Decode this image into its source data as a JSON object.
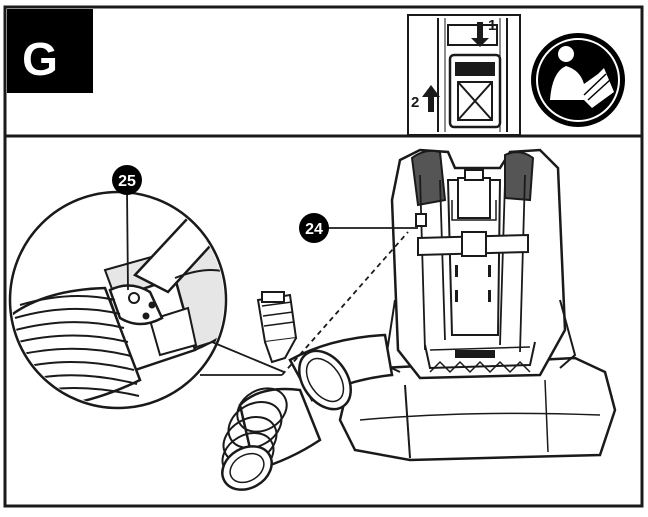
{
  "header": {
    "step_letter": "G",
    "inset_step_1": "1",
    "inset_step_2": "2",
    "manual_icon": "read-manual-icon"
  },
  "callouts": [
    {
      "id": "25"
    },
    {
      "id": "24"
    }
  ],
  "colors": {
    "line": "#1a1a1a",
    "panel_fill": "#000000",
    "background": "#ffffff",
    "grey": "#bdbdbd"
  }
}
